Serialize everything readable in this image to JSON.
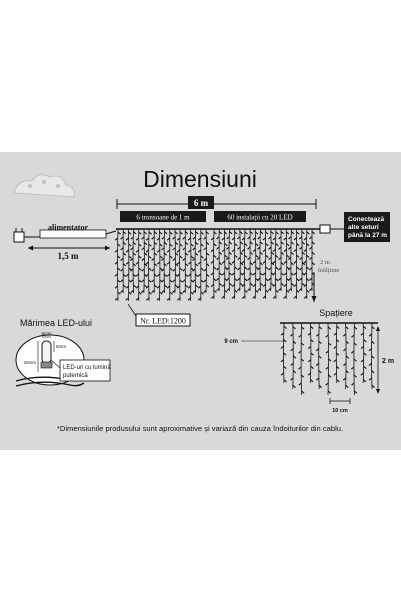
{
  "title": "Dimensiuni",
  "logo_text": "",
  "labels": {
    "alimentator": "alimentator",
    "total_length": "6 m",
    "sections": "6 tronsoane de 1 m",
    "strands": "60 instalații cu 20 LED",
    "connect": [
      "Conectează",
      "alte seturi",
      "până la 27 m"
    ],
    "cable_length": "1,5 m",
    "height_value": "2 m",
    "height_word": "înălțime",
    "led_count": "Nr. LED:1200",
    "spacing_title": "Spațiere",
    "spacing_horizontal": "9 cm",
    "spacing_height": "2 m",
    "spacing_bottom": "10 cm",
    "led_size_title": "Mărimea LED-ului",
    "led_width": "5mm",
    "led_height_a": "5mm",
    "led_height_b": "20mm",
    "led_usage": [
      "LED-uri cu lumină",
      "puternică"
    ],
    "disclaimer": "*Dimensiunile produsului sunt aproximative și variază din cauza îndoiturilor din cablu."
  },
  "colors": {
    "panel": "#d9d9d9",
    "ink": "#111111",
    "label_box": "#1a1a1a",
    "label_text": "#ffffff"
  }
}
